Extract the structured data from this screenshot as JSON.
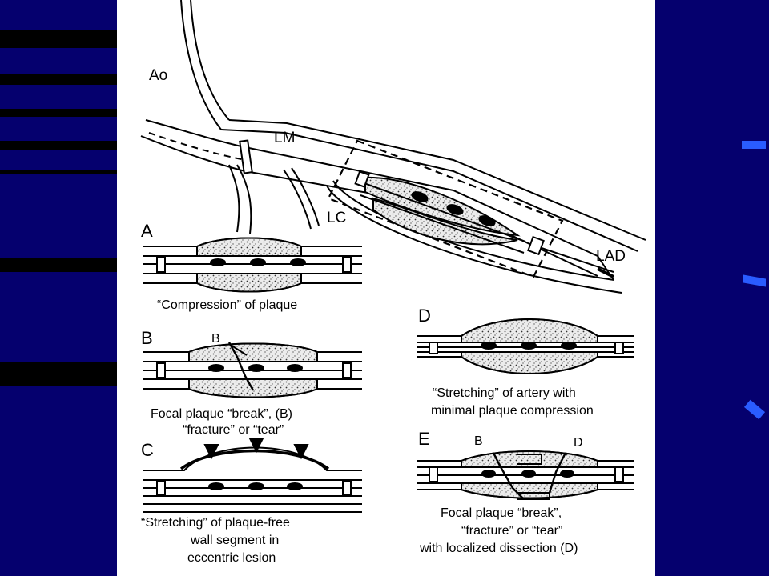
{
  "labels": {
    "ao": "Ao",
    "lm": "LM",
    "lc": "LC",
    "lad": "LAD"
  },
  "panels": {
    "a": {
      "letter": "A",
      "caption": [
        "“Compression” of plaque"
      ]
    },
    "b": {
      "letter": "B",
      "marker": "B",
      "caption": [
        "Focal plaque “break”, (B)",
        "“fracture” or “tear”"
      ]
    },
    "c": {
      "letter": "C",
      "caption": [
        "“Stretching” of plaque-free",
        "wall segment in",
        "eccentric lesion"
      ]
    },
    "d": {
      "letter": "D",
      "caption": [
        "“Stretching” of artery with",
        "minimal plaque compression"
      ]
    },
    "e": {
      "letter": "E",
      "marker_b": "B",
      "marker_d": "D",
      "caption": [
        "Focal plaque “break”,",
        "“fracture” or “tear”",
        "with localized dissection (D)"
      ]
    }
  },
  "colors": {
    "background": "#05006e",
    "panel": "#ffffff",
    "ink": "#000000",
    "accent": "#2a5cff"
  }
}
